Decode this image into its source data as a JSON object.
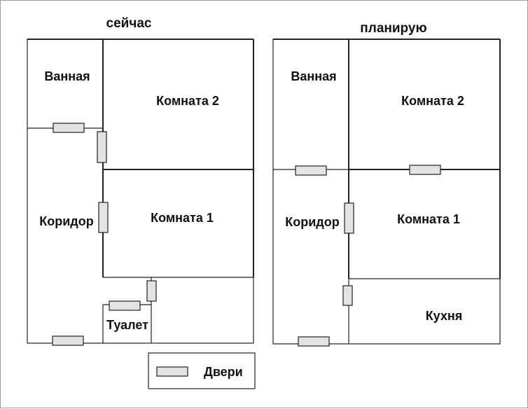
{
  "plans": [
    {
      "id": "current",
      "title": "сейчас",
      "rooms": {
        "bathroom": "Ванная",
        "room2": "Комната 2",
        "corridor": "Коридор",
        "room1": "Комната 1",
        "toilet": "Туалет"
      }
    },
    {
      "id": "planned",
      "title": "планирую",
      "rooms": {
        "bathroom": "Ванная",
        "room2": "Комната 2",
        "corridor": "Коридор",
        "room1": "Комната 1",
        "kitchen": "Кухня"
      }
    }
  ],
  "legend": {
    "doors_label": "Двери"
  },
  "colors": {
    "wall": "#222222",
    "door_fill": "#e3e3e3",
    "border": "#9a9a9a"
  }
}
